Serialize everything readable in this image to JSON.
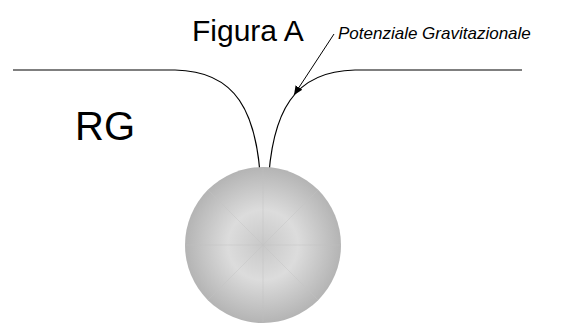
{
  "diagram": {
    "title": "Figura A",
    "labels": [
      "Potenziale Gravitazionale",
      "RG"
    ]
  }
}
